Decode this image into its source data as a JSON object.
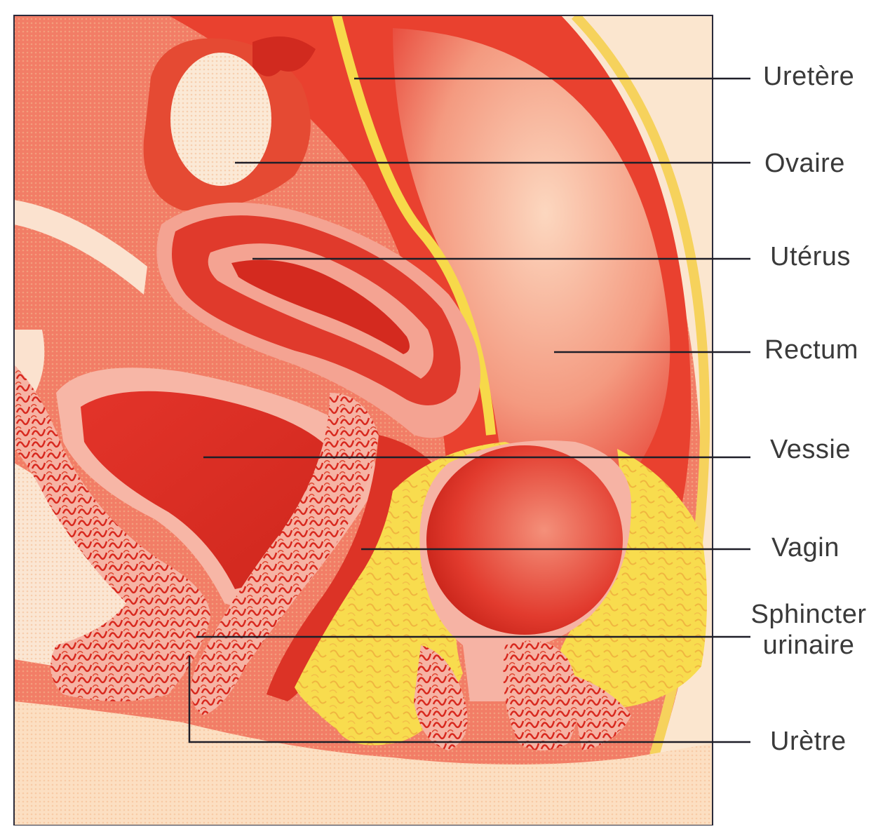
{
  "colors": {
    "tissue_red": "#e8392c",
    "tissue_dark": "#c8231c",
    "tissue_pink": "#f6a596",
    "fat_yellow": "#f7d94a",
    "background_pale": "#fbe3c9",
    "label_text": "#3a3a3a",
    "leader_line": "#1e1e28"
  },
  "labels": {
    "uretere": "Uretère",
    "ovaire": "Ovaire",
    "uterus": "Utérus",
    "rectum": "Rectum",
    "vessie": "Vessie",
    "vagin": "Vagin",
    "sphincter_line1": "Sphincter",
    "sphincter_line2": "urinaire",
    "uretre": "Urètre"
  }
}
